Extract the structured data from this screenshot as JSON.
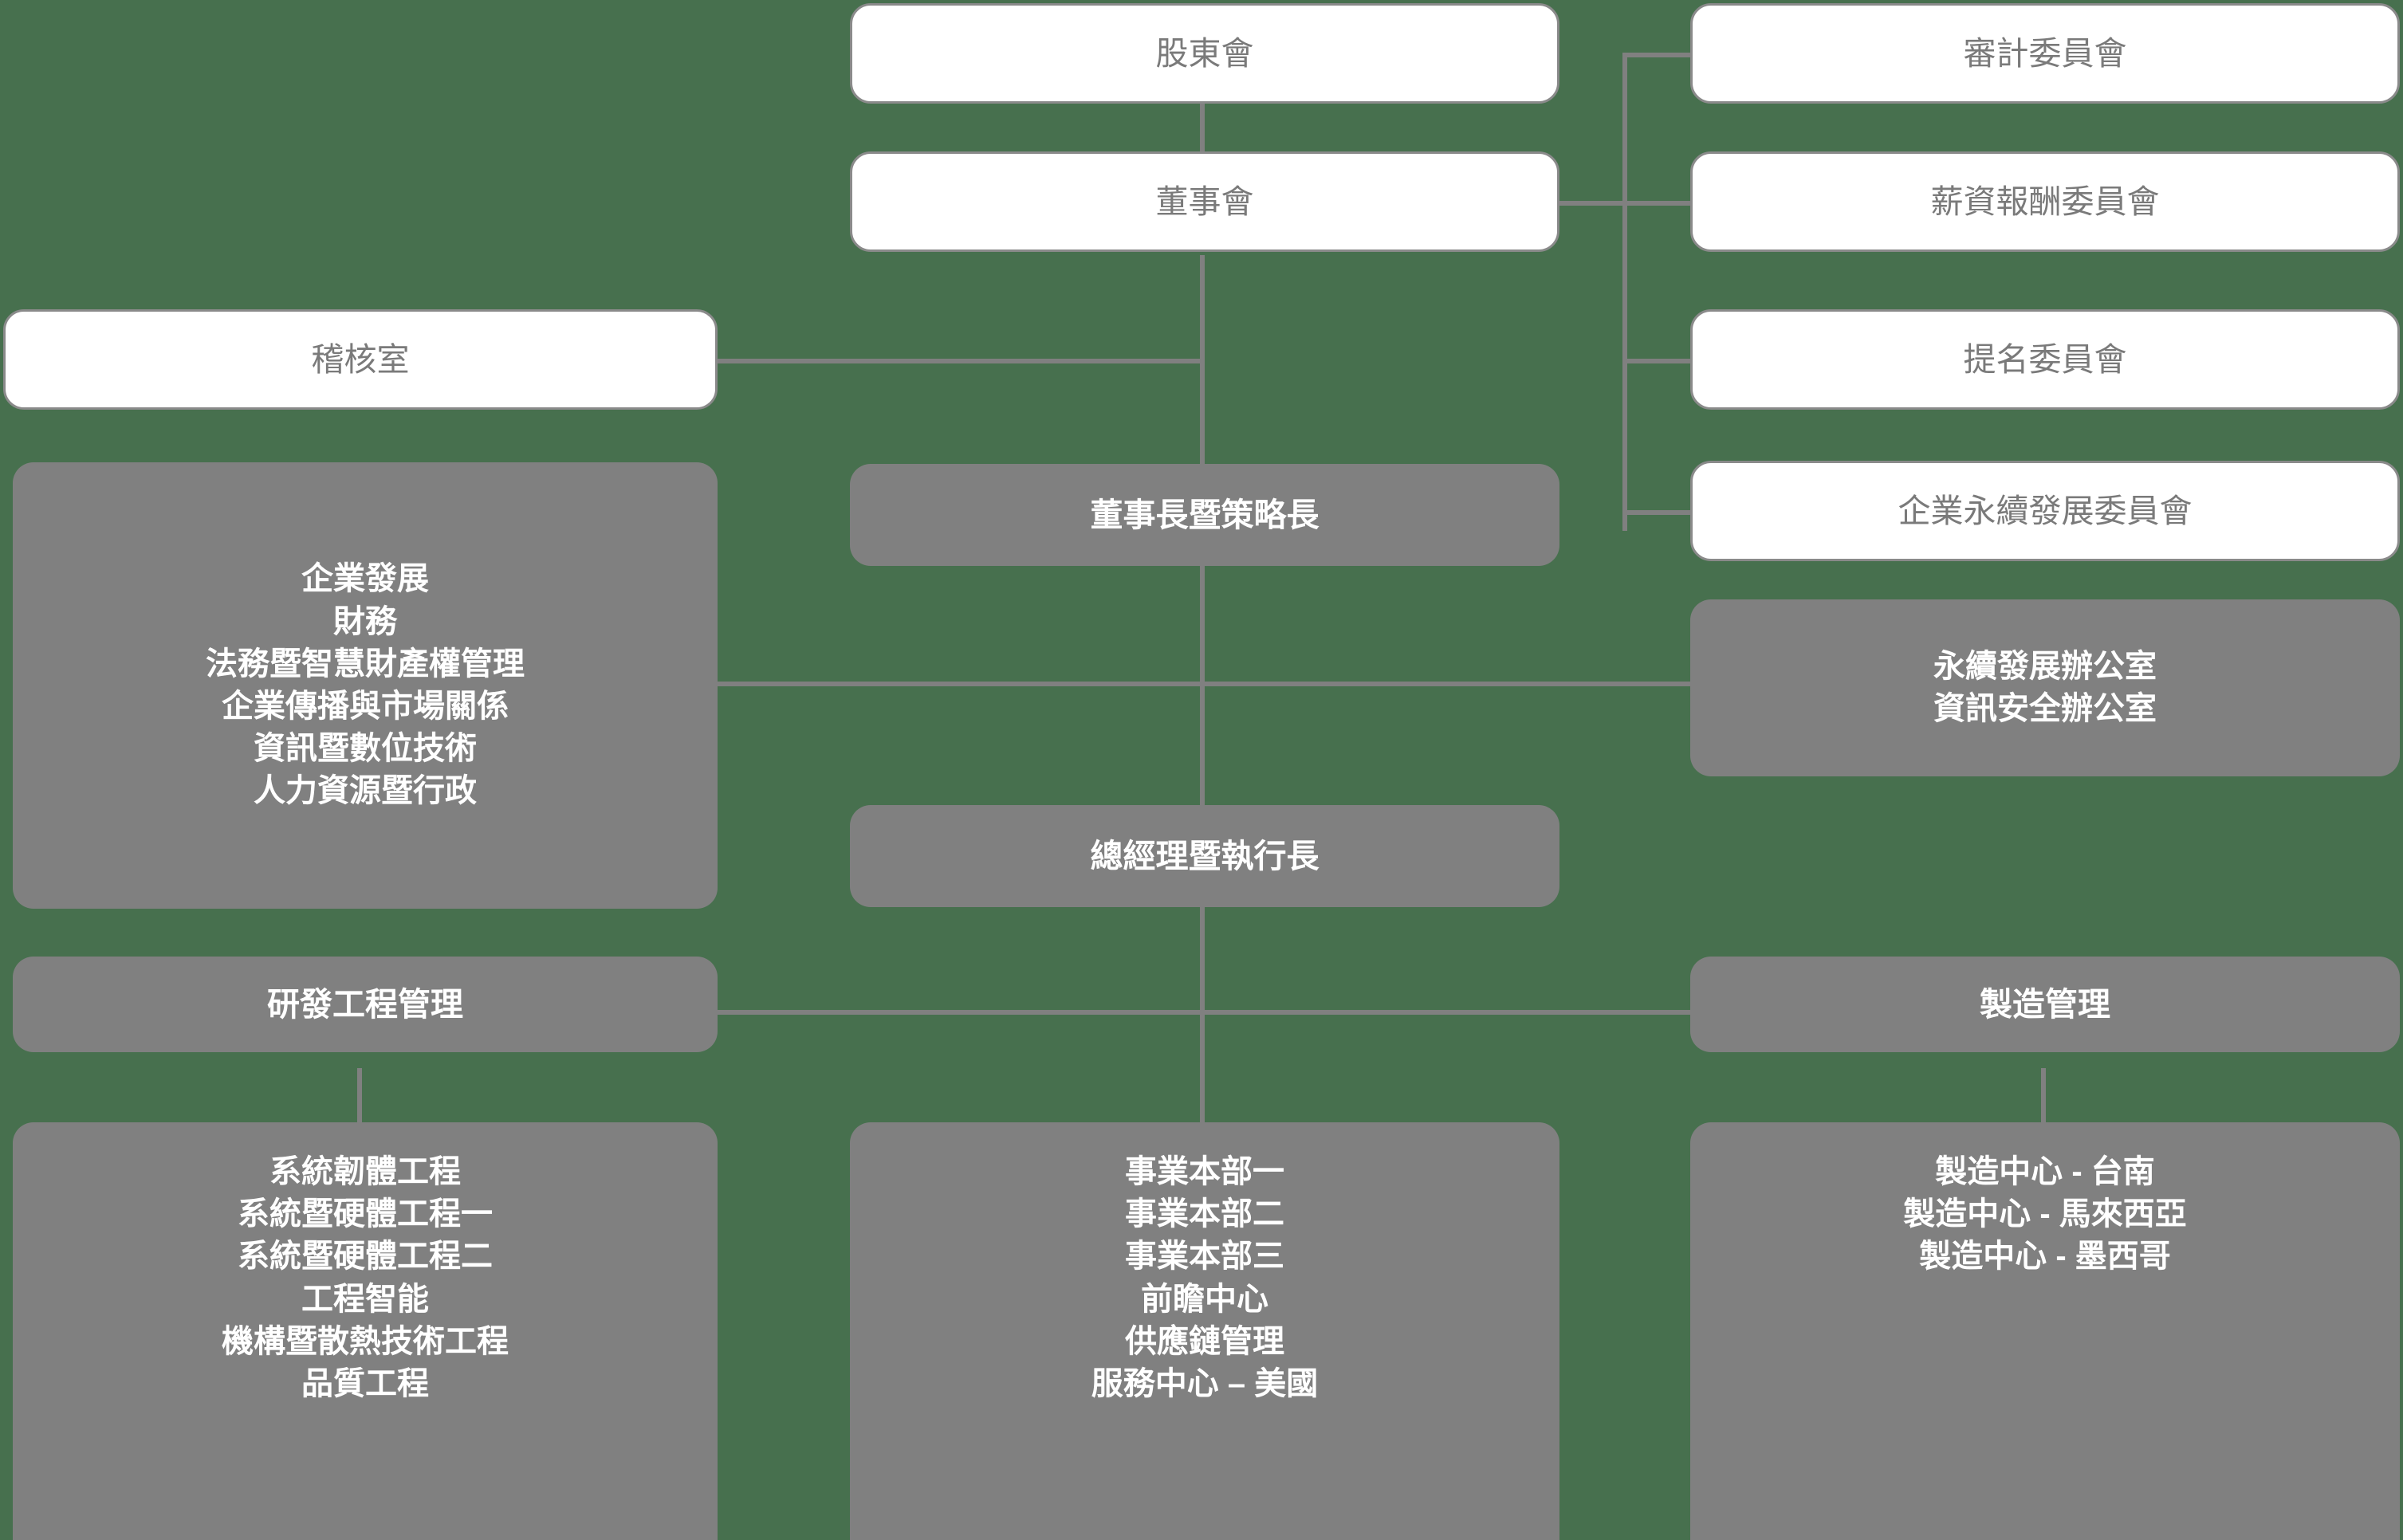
{
  "meta": {
    "title": "公司組織架構圖",
    "colors": {
      "background": "#47704e",
      "box_gray": "#808080",
      "box_white": "#ffffff",
      "line": "#808080",
      "white_box_text": "#7a7a7a",
      "gray_box_text": "#ffffff"
    }
  },
  "nodes": {
    "shareholders_meeting": {
      "lines": [
        "股東會"
      ]
    },
    "board_of_directors": {
      "lines": [
        "董事會"
      ]
    },
    "audit_committee": {
      "lines": [
        "審計委員會"
      ]
    },
    "compensation_committee": {
      "lines": [
        "薪資報酬委員會"
      ]
    },
    "nomination_committee": {
      "lines": [
        "提名委員會"
      ]
    },
    "sustainability_committee": {
      "lines": [
        "企業永續發展委員會"
      ]
    },
    "audit_office": {
      "lines": [
        "稽核室"
      ]
    },
    "chairman_cso": {
      "lines": [
        "董事長暨策略長"
      ]
    },
    "corporate_functions": {
      "lines": [
        "企業發展",
        "財務",
        "法務暨智慧財產權管理",
        "企業傳播與市場關係",
        "資訊暨數位技術",
        "人力資源暨行政"
      ]
    },
    "sustainability_offices": {
      "lines": [
        "永續發展辦公室",
        "資訊安全辦公室"
      ]
    },
    "president_ceo": {
      "lines": [
        "總經理暨執行長"
      ]
    },
    "rd_engineering_management": {
      "lines": [
        "研發工程管理"
      ]
    },
    "manufacturing_management": {
      "lines": [
        "製造管理"
      ]
    },
    "engineering_units": {
      "lines": [
        "系統韌體工程",
        "系統暨硬體工程一",
        "系統暨硬體工程二",
        "工程智能",
        "機構暨散熱技術工程",
        "品質工程"
      ]
    },
    "business_units": {
      "lines": [
        "事業本部一",
        "事業本部二",
        "事業本部三",
        "前瞻中心",
        "供應鏈管理",
        "服務中心 – 美國"
      ]
    },
    "manufacturing_centers": {
      "lines": [
        "製造中心 - 台南",
        "製造中心 - 馬來西亞",
        "製造中心 - 墨西哥"
      ]
    }
  }
}
